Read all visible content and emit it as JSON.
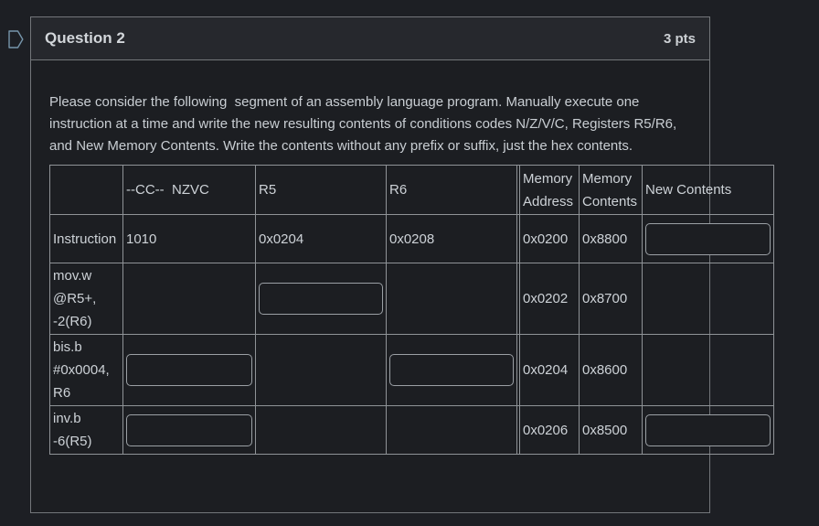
{
  "question": {
    "title": "Question 2",
    "points": "3 pts",
    "body": "Please consider the following  segment of an assembly language program. Manually execute one instruction at a time and write the new resulting contents of conditions codes N/Z/V/C, Registers R5/R6, and New Memory Contents. Write the contents without any prefix or suffix, just the hex contents."
  },
  "table": {
    "headers": {
      "cc": "--CC--  NZVC",
      "r5": "R5",
      "r6": "R6",
      "addr": "Memory Address",
      "mem": "Memory Contents",
      "newc": "New Contents"
    },
    "rows": [
      {
        "label": "Instruction",
        "cc": "1010",
        "r5": "0x0204",
        "r6": "0x0208",
        "addr": "0x0200",
        "mem": "0x8800"
      },
      {
        "label": "mov.w @R5+, -2(R6)",
        "addr": "0x0202",
        "mem": "0x8700"
      },
      {
        "label": "bis.b #0x0004, R6",
        "addr": "0x0204",
        "mem": "0x8600"
      },
      {
        "label": "inv.b -6(R5)",
        "addr": "0x0206",
        "mem": "0x8500"
      }
    ]
  },
  "colors": {
    "flag_icon_stroke": "#7695ab",
    "box_border": "#73767a",
    "table_border": "#8f9397",
    "text": "#cdd2d7"
  }
}
